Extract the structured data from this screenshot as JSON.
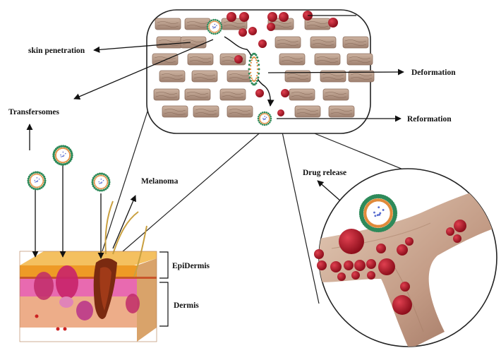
{
  "labels": {
    "skin_penetration": "skin penetration",
    "transfersomes": "Transfersomes",
    "deformation": "Deformation",
    "reformation": "Reformation",
    "melanoma": "Melanoma",
    "drug_release": "Drug release",
    "epidermis": "EpiDermis",
    "dermis": "Dermis"
  },
  "colors": {
    "cell": "#b89a86",
    "cell_line": "#8e7060",
    "drug_droplet": "#a01420",
    "vesicle_bead_green": "#2e8a5a",
    "vesicle_bead_orange": "#e08a3a",
    "epidermis": "#f0a830",
    "dermis": "#e060a0",
    "vessel": "#c9a58f"
  },
  "icons": [
    "transfersome-vesicle-icon",
    "red-blood-droplet-icon",
    "skin-cross-section-image",
    "blood-vessel-image"
  ]
}
